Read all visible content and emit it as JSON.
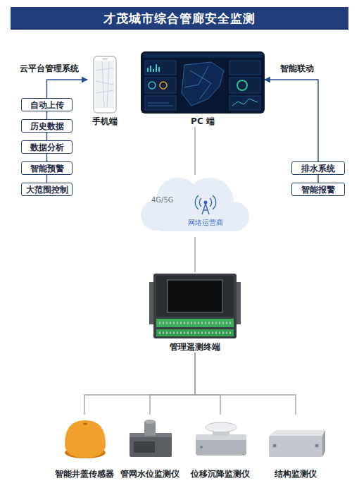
{
  "diagram": {
    "title": "才茂城市综合管廊安全监测",
    "nodes": [
      {
        "text": [
          "手机端"
        ]
      },
      {
        "text": [
          "PC 端"
        ]
      },
      {
        "text": [
          "自动上传"
        ]
      },
      {
        "text": [
          "历史数据"
        ]
      },
      {
        "text": [
          "数据分析"
        ]
      },
      {
        "text": [
          "智能预警"
        ]
      },
      {
        "text": [
          "大范围控制"
        ]
      },
      {
        "text": [
          "排水系统"
        ]
      },
      {
        "text": [
          "智能报警"
        ]
      },
      {
        "text": [
          "4G/5G",
          "网络运营商"
        ]
      },
      {
        "text": [
          "管理遥测终端"
        ]
      },
      {
        "text": [
          "智能井盖传感器"
        ]
      },
      {
        "text": [
          "管网水位监测仪"
        ]
      },
      {
        "text": [
          "位移沉降监测仪"
        ]
      },
      {
        "text": [
          "结构监测仪"
        ]
      }
    ],
    "edges": [
      {
        "from": 2,
        "to": 0,
        "arrow": "to"
      },
      {
        "from": 2,
        "to": 3,
        "arrow": "none"
      },
      {
        "from": 3,
        "to": 4,
        "arrow": "none"
      },
      {
        "from": 4,
        "to": 5,
        "arrow": "none"
      },
      {
        "from": 5,
        "to": 6,
        "arrow": "none"
      },
      {
        "from": 7,
        "to": 1,
        "arrow": "to"
      },
      {
        "from": 7,
        "to": 8,
        "arrow": "none"
      },
      {
        "from": 1,
        "to": 9,
        "arrow": "none"
      },
      {
        "from": 9,
        "to": 10,
        "arrow": "none"
      },
      {
        "from": 10,
        "to": 11,
        "arrow": "none"
      },
      {
        "from": 10,
        "to": 12,
        "arrow": "none"
      },
      {
        "from": 10,
        "to": 13,
        "arrow": "none"
      },
      {
        "from": 10,
        "to": 14,
        "arrow": "none"
      }
    ],
    "labels": [
      "云平台管理系统",
      "智能联动"
    ]
  }
}
